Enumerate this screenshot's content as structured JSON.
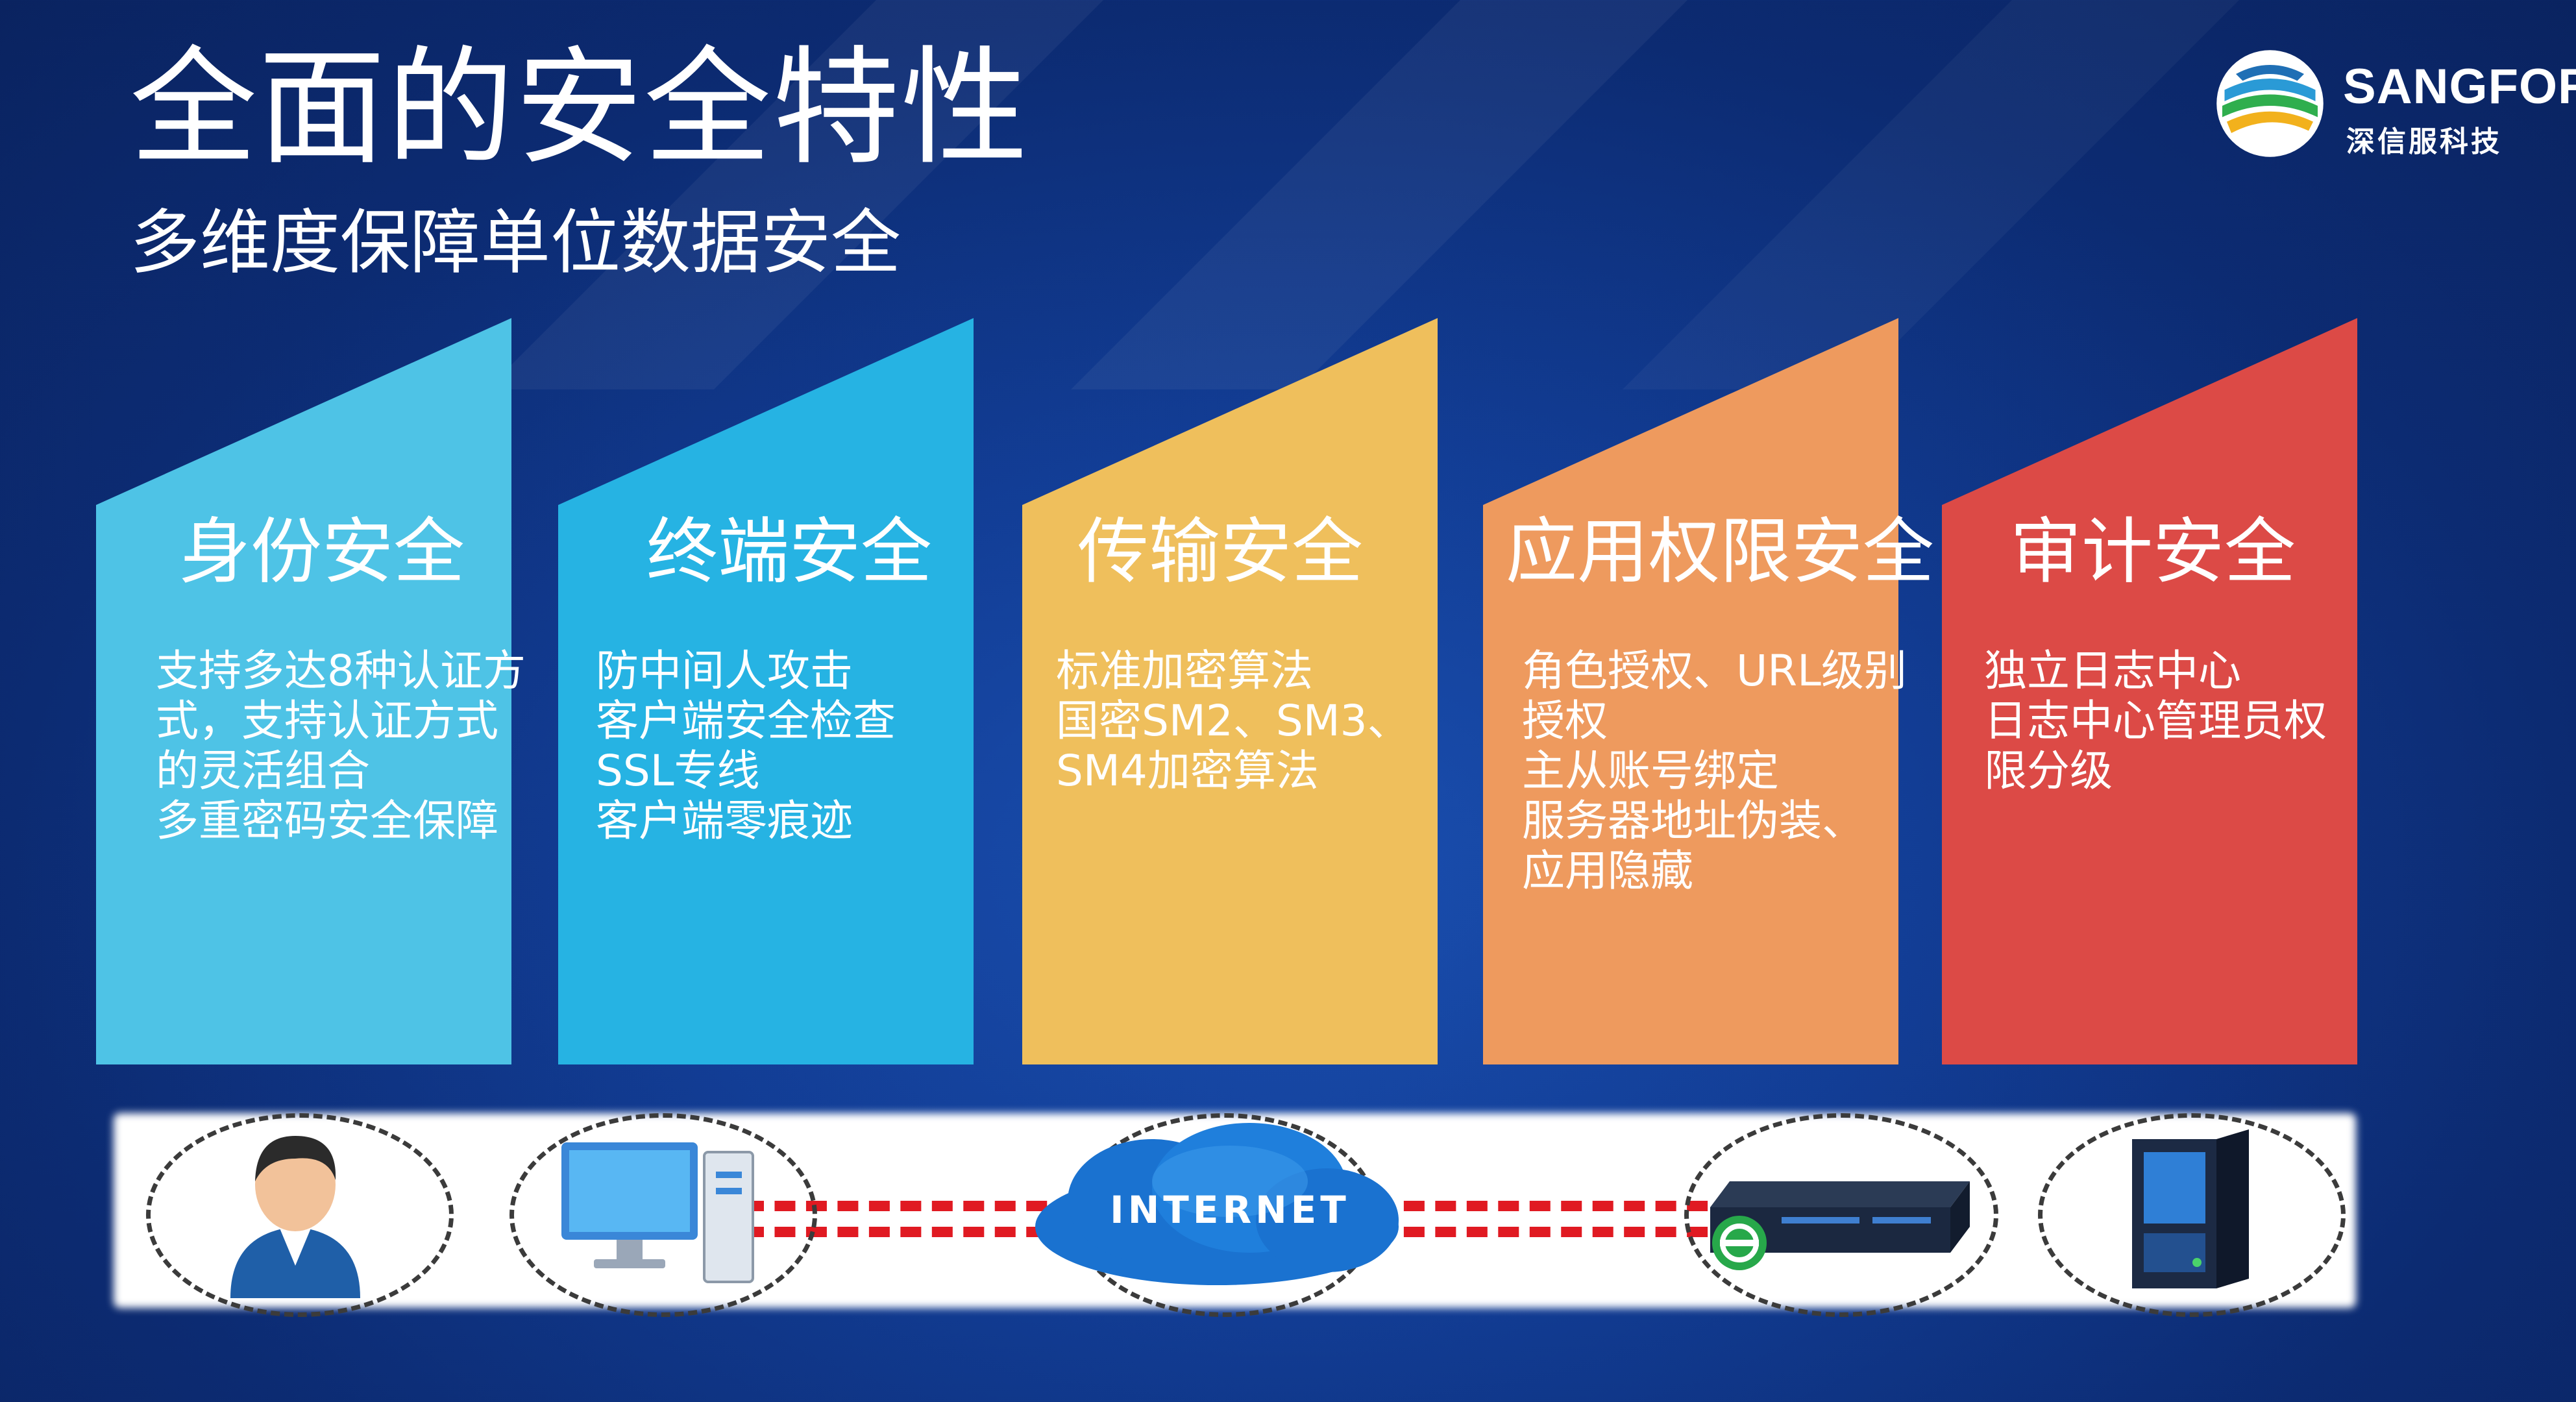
{
  "title": "全面的安全特性",
  "subtitle": "多维度保障单位数据安全",
  "logo": {
    "name": "SANGFOR",
    "name_cn": "深信服科技"
  },
  "cards": [
    {
      "title": "身份安全",
      "color": "#4ec3e6",
      "lines": [
        "支持多达8种认证方",
        "式，支持认证方式",
        "的灵活组合",
        "多重密码安全保障"
      ]
    },
    {
      "title": "终端安全",
      "color": "#26b3e3",
      "lines": [
        "防中间人攻击",
        "客户端安全检查",
        "SSL专线",
        "客户端零痕迹"
      ]
    },
    {
      "title": "传输安全",
      "color": "#efbf5c",
      "lines": [
        "标准加密算法",
        "国密SM2、SM3、",
        "SM4加密算法"
      ]
    },
    {
      "title": "应用权限安全",
      "color": "#ee9a5e",
      "lines": [
        "角色授权、URL级别",
        "授权",
        "主从账号绑定",
        "服务器地址伪装、",
        "应用隐藏"
      ]
    },
    {
      "title": "审计安全",
      "color": "#dc4a46",
      "lines": [
        "独立日志中心",
        "日志中心管理员权",
        "限分级"
      ]
    }
  ],
  "flow": {
    "internet_label": "INTERNET",
    "nodes": [
      "user-icon",
      "desktop-computer-icon",
      "internet-cloud-icon",
      "gateway-appliance-icon",
      "server-tower-icon"
    ],
    "line_color": "#e01a22"
  }
}
